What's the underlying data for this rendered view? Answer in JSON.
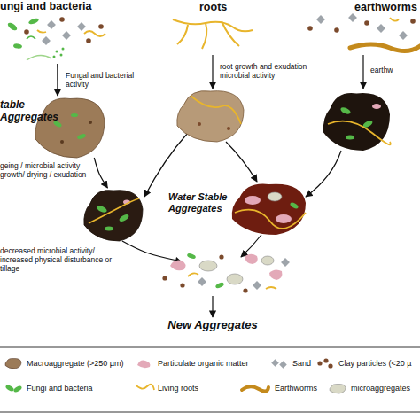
{
  "diagram": {
    "nodes": [
      {
        "text": [
          "ungi and bacteria"
        ]
      },
      {
        "text": [
          "roots"
        ]
      },
      {
        "text": [
          "earthworms"
        ]
      },
      {
        "text": [
          "table Aggregates"
        ]
      },
      {
        "text": [
          "Water Stable Aggregates"
        ]
      },
      {
        "text": [
          "New Aggregates"
        ]
      }
    ],
    "edges": [
      {
        "from": 0,
        "to": 3,
        "arrow": "to",
        "label": "Fungal and bacterial activity"
      },
      {
        "from": 3,
        "to": 4,
        "arrow": "to",
        "label": "geing / microbial activity growth/ drying / exudation"
      },
      {
        "from": 4,
        "to": 5,
        "arrow": "to",
        "label": "decreased microbial activity/ increased physical disturbance or tillage"
      }
    ],
    "labels": [
      "root growth and exudation microbial activity",
      "earthw"
    ],
    "legend": [
      {
        "text": "Macroaggregate (>250 µm)",
        "color": "#9c7b58"
      },
      {
        "text": "Particulate organic matter",
        "color": "#e3a9b8"
      },
      {
        "text": "Sand",
        "color": "#9ea4aa"
      },
      {
        "text": "Clay particles (<20 µ",
        "color": "#7b4a2c"
      },
      {
        "text": "Fungi and bacteria",
        "color": "#55b848"
      },
      {
        "text": "Living roots",
        "color": "#e8b52c"
      },
      {
        "text": "Earthworms",
        "color": "#c48a1c"
      },
      {
        "text": "microaggregates",
        "color": "#d9d9c6"
      }
    ]
  }
}
